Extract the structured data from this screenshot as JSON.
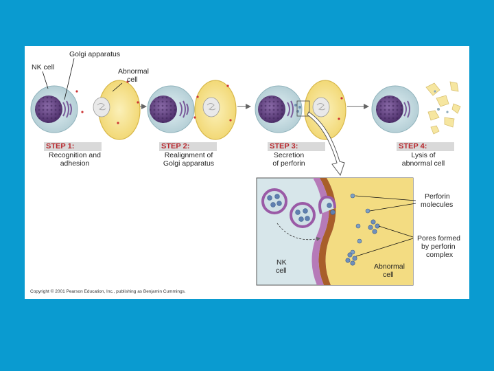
{
  "labels": {
    "golgi_apparatus": "Golgi apparatus",
    "nk_cell": "NK cell",
    "abnormal_cell_line1": "Abnormal",
    "abnormal_cell_line2": "cell"
  },
  "steps": [
    {
      "title": "STEP 1:",
      "line1": "Recognition and",
      "line2": "adhesion"
    },
    {
      "title": "STEP 2:",
      "line1": "Realignment of",
      "line2": "Golgi apparatus"
    },
    {
      "title": "STEP 3:",
      "line1": "Secretion",
      "line2": "of perforin"
    },
    {
      "title": "STEP 4:",
      "line1": "Lysis of",
      "line2": "abnormal cell"
    }
  ],
  "inset": {
    "perforin_molecules_line1": "Perforin",
    "perforin_molecules_line2": "molecules",
    "pores_line1": "Pores formed",
    "pores_line2": "by perforin",
    "pores_line3": "complex",
    "nk_line1": "NK",
    "nk_line2": "cell",
    "abnormal_line1": "Abnormal",
    "abnormal_line2": "cell"
  },
  "copyright": "Copyright © 2001 Pearson Education, Inc., publishing as Benjamin Cummings.",
  "colors": {
    "background": "#0a9bd0",
    "nk_cytoplasm": "#c8dde3",
    "nucleus": "#6a4a8a",
    "abnormal_cell": "#f5e08a",
    "step_title": "#b8272d",
    "membrane_purple": "#a05aa8",
    "membrane_brown": "#9a5a2a"
  }
}
